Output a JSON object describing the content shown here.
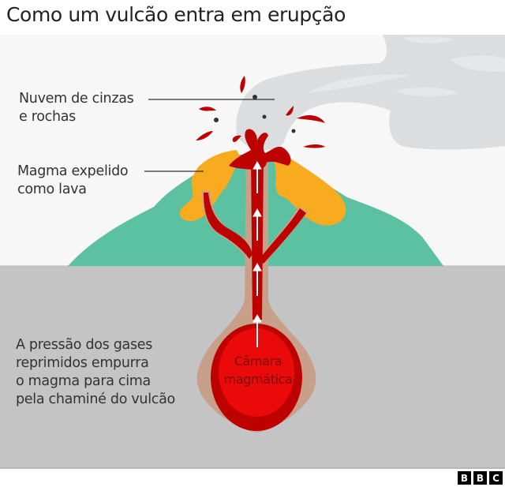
{
  "title": "Como um vulcão entra em erupção",
  "labels": {
    "ash_cloud": "Nuvem de cinzas\ne rochas",
    "lava": "Magma expelido\ncomo lava",
    "pressure": "A pressão dos gases\nreprimidos empurra\no magma para cima\npela chaminé do vulcão",
    "chamber": "Câmara\nmagmática"
  },
  "logo": {
    "letters": [
      "B",
      "B",
      "C"
    ]
  },
  "colors": {
    "sky": "#f7f7f7",
    "ground": "#c4c4c4",
    "volcano": "#5bc1a1",
    "lava": "#f8ab1e",
    "magma_dark": "#bd0000",
    "magma_bright": "#ea0a0a",
    "rock_halo": "#c8a08a",
    "ash_cloud": "#dcdddf",
    "ash_cloud_light": "#e6e7e9",
    "text": "#333333",
    "leader_line": "#333333"
  }
}
